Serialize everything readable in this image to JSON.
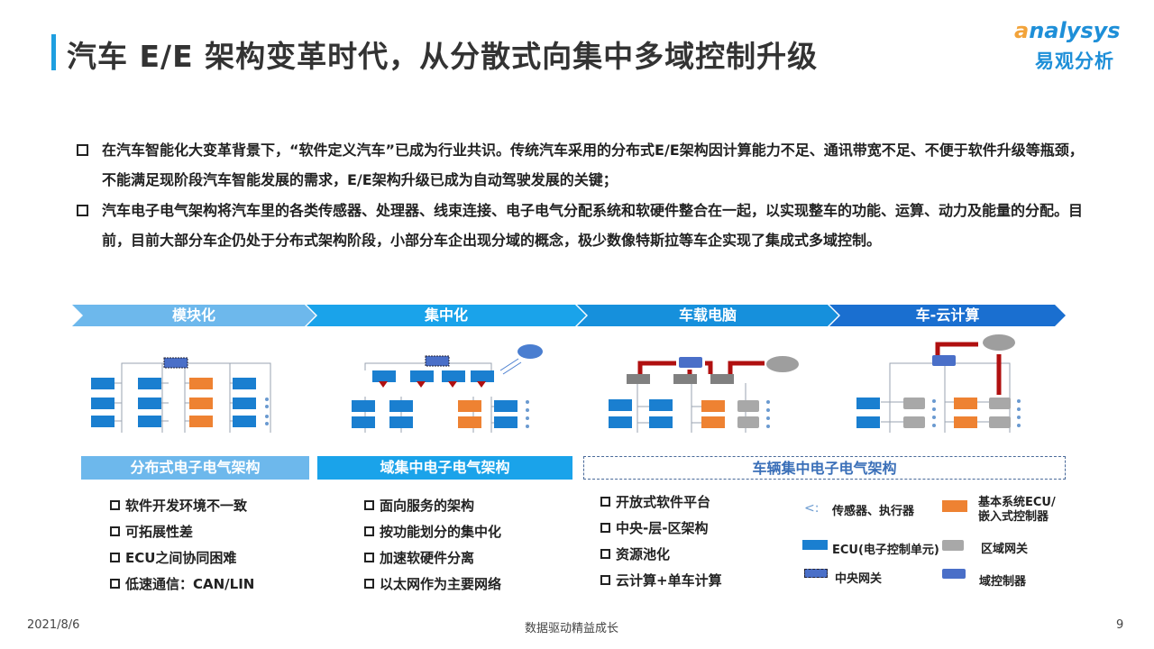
{
  "title": "汽车 E/E 架构变革时代，从分散式向集中多域控制升级",
  "logo": {
    "en": "nalysys",
    "en_a": "a",
    "cn": "易观分析"
  },
  "bullets": [
    "在汽车智能化大变革背景下，“软件定义汽车”已成为行业共识。传统汽车采用的分布式E/E架构因计算能力不足、通讯带宽不足、不便于软件升级等瓶颈，不能满足现阶段汽车智能发展的需求，E/E架构升级已成为自动驾驶发展的关键；",
    "汽车电子电气架构将汽车里的各类传感器、处理器、线束连接、电子电气分配系统和软硬件整合在一起，以实现整车的功能、运算、动力及能量的分配。目前，目前大部分车企仍处于分布式架构阶段，小部分车企出现分域的概念，极少数像特斯拉等车企实现了集成式多域控制。"
  ],
  "stages": [
    "模块化",
    "集中化",
    "车载电脑",
    "车-云计算"
  ],
  "categories": [
    "分布式电子电气架构",
    "域集中电子电气架构",
    "车辆集中电子电气架构"
  ],
  "lists": [
    [
      "软件开发环境不一致",
      "可拓展性差",
      "ECU之间协同困难",
      "低速通信：CAN/LIN"
    ],
    [
      "面向服务的架构",
      "按功能划分的集中化",
      "加速软硬件分离",
      "以太网作为主要网络"
    ],
    [
      "开放式软件平台",
      "中央-层-区架构",
      "资源池化",
      "云计算+单车计算"
    ]
  ],
  "legend": {
    "sensor": "传感器、执行器",
    "basic_ecu": "基本系统ECU/嵌入式控制器",
    "ecu": "ECU(电子控制单元)",
    "zone_gw": "区域网关",
    "central_gw": "中央网关",
    "domain_ctrl": "域控制器"
  },
  "colors": {
    "ecu": "#1a7fd0",
    "basic": "#ee8232",
    "gateway": "#4a6fc8",
    "zone": "#a8a8a8",
    "arrow": "#b01010"
  },
  "footer": {
    "date": "2021/8/6",
    "slogan": "数据驱动精益成长",
    "page": "9"
  }
}
